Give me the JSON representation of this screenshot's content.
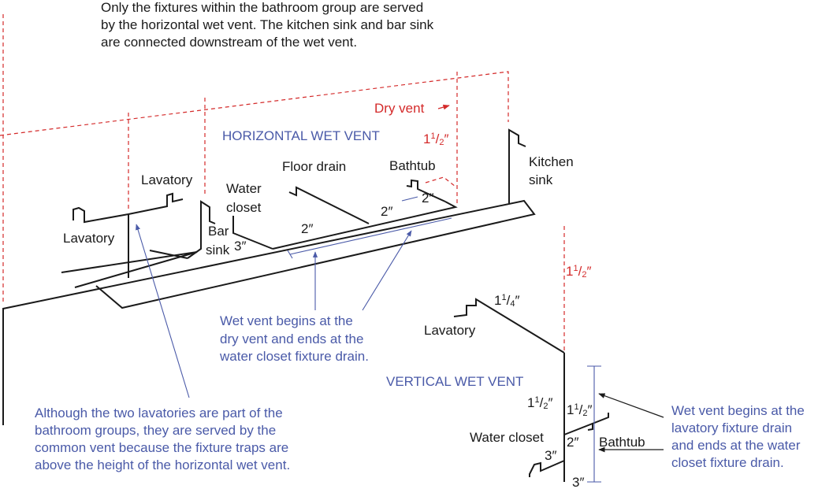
{
  "top_note": [
    "Only the fixtures within the bathroom group are served",
    "by the horizontal wet vent. The kitchen sink and bar sink",
    "are connected downstream of the wet vent."
  ],
  "headings": {
    "horizontal": "HORIZONTAL WET VENT",
    "vertical": "VERTICAL WET VENT"
  },
  "fixtures": {
    "lavatory_upper": "Lavatory",
    "lavatory_left": "Lavatory",
    "water_closet_line1": "Water",
    "water_closet_line2": "closet",
    "floor_drain": "Floor drain",
    "bathtub": "Bathtub",
    "kitchen_sink_line1": "Kitchen",
    "kitchen_sink_line2": "sink",
    "bar_sink_line1": "Bar",
    "bar_sink_line2": "sink",
    "lavatory_vertical": "Lavatory",
    "water_closet_vertical": "Water closet",
    "bathtub_vertical": "Bathtub"
  },
  "dry_vent": "Dry vent",
  "sizes": {
    "bar_sink": "3″",
    "floor_drain_branch": "2″",
    "bathtub_branch": "2″",
    "bathtub_arm": "2″",
    "vertical_bathtub": "2″",
    "vertical_water_closet": "3″",
    "vertical_bottom": "3″",
    "whole": "1",
    "frac_num": "1",
    "frac_slash": "/",
    "frac_den_half": "2",
    "frac_den_quarter": "4",
    "inch": "″"
  },
  "notes": {
    "horizontal_wet_vent": [
      "Wet vent begins at the",
      "dry vent and ends at the",
      "water closet fixture drain."
    ],
    "lavatories": [
      "Although the two lavatories are part of the",
      "bathroom groups, they are served by the",
      "common vent because the fixture traps are",
      "above the height of the horizontal wet vent."
    ],
    "vertical_wet_vent": [
      "Wet vent begins at the",
      "lavatory fixture drain",
      "and ends at the water",
      "closet fixture drain."
    ]
  },
  "colors": {
    "pipe": "#1a1a1a",
    "vent": "#d42a2a",
    "annotation": "#4a5aa8"
  }
}
